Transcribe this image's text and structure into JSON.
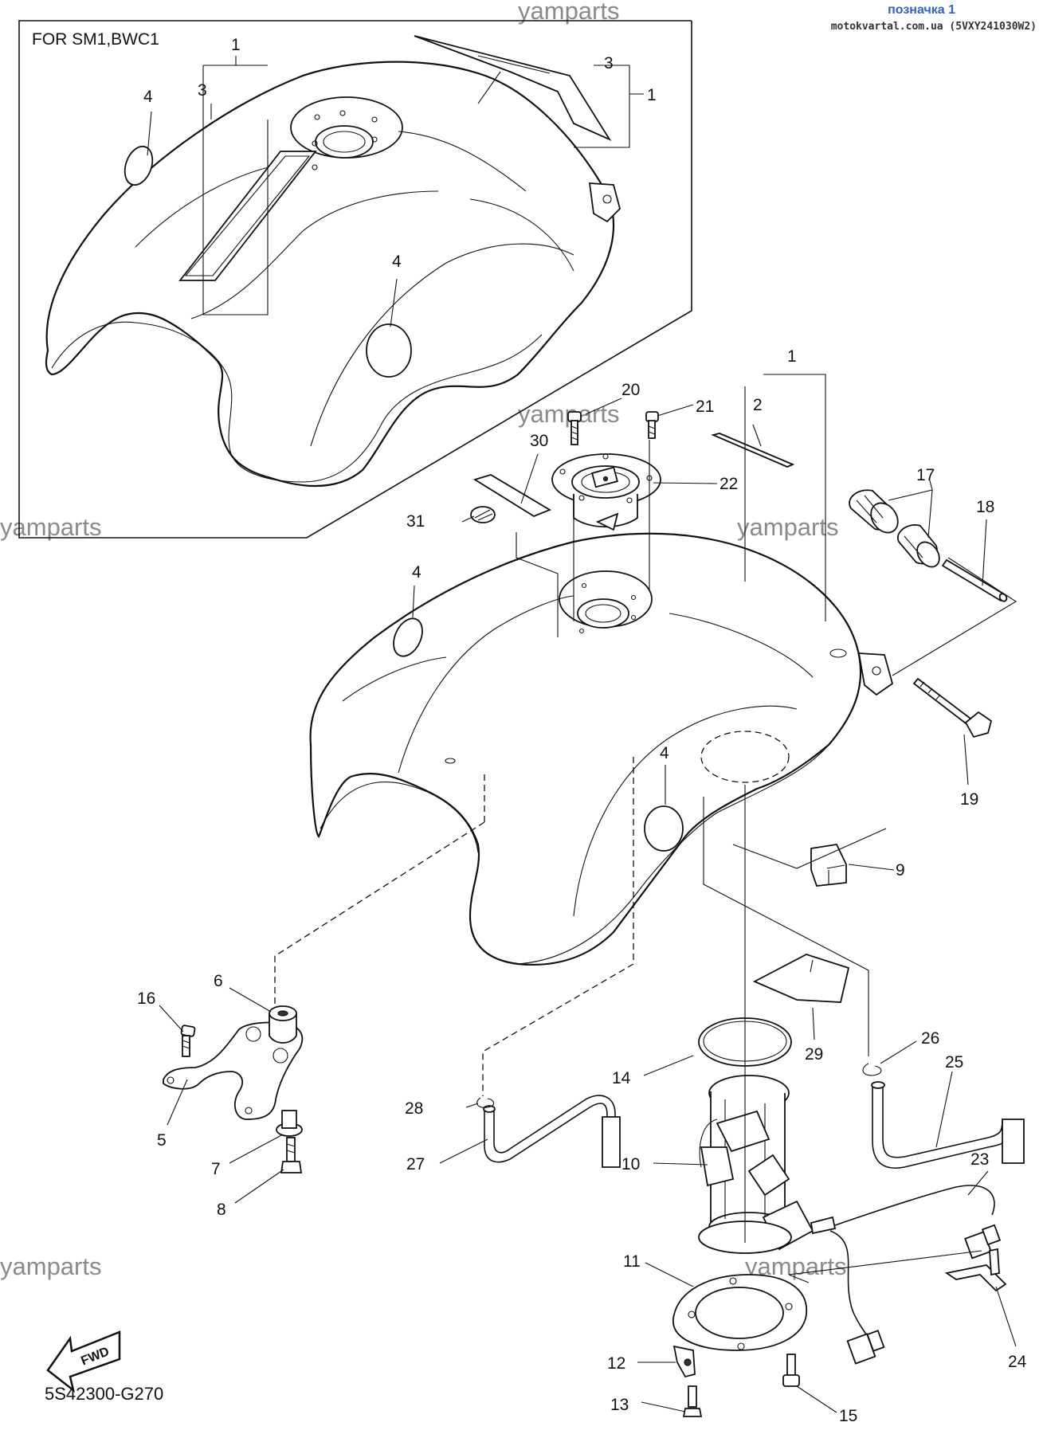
{
  "header": {
    "title": "позначка 1",
    "subtitle": "motokvartal.com.ua (5VXY241030W2)"
  },
  "watermark": "yamparts",
  "inset_note": "FOR SM1,BWC1",
  "drawing_code": "5S42300-G270",
  "fwd_badge": "FWD",
  "callouts": {
    "c1": "1",
    "c2": "2",
    "c3": "3",
    "c4": "4",
    "c5": "5",
    "c6": "6",
    "c7": "7",
    "c8": "8",
    "c9": "9",
    "c10": "10",
    "c11": "11",
    "c12": "12",
    "c13": "13",
    "c14": "14",
    "c15": "15",
    "c16": "16",
    "c17": "17",
    "c18": "18",
    "c19": "19",
    "c20": "20",
    "c21": "21",
    "c22": "22",
    "c23": "23",
    "c24": "24",
    "c25": "25",
    "c26": "26",
    "c27": "27",
    "c28": "28",
    "c29": "29",
    "c30": "30",
    "c31": "31"
  }
}
